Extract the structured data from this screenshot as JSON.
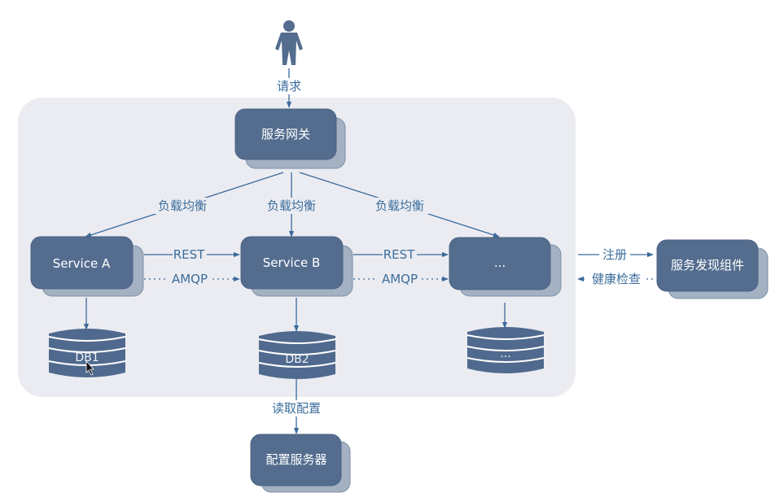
{
  "diagram": {
    "actor": {
      "name": "user",
      "icon": "person-icon"
    },
    "edges": {
      "request": "请求",
      "load_balance_a": "负载均衡",
      "load_balance_b": "负载均衡",
      "load_balance_c": "负载均衡",
      "rest_ab": "REST",
      "amqp_ab": "AMQP",
      "rest_bc": "REST",
      "amqp_bc": "AMQP",
      "register": "注册",
      "health_check": "健康检查",
      "read_config": "读取配置"
    },
    "nodes": {
      "gateway": "服务网关",
      "service_a": "Service A",
      "service_b": "Service B",
      "service_more": "...",
      "discovery": "服务发现组件",
      "config_server": "配置服务器"
    },
    "databases": {
      "db1": "DB1",
      "db2": "DB2",
      "db_more": "..."
    },
    "colors": {
      "node": "#546d8f",
      "node_shadow": "#a3b1c3",
      "panel": "#ebecf2",
      "edge": "#3a6a9a",
      "label": "#3b6e9c"
    }
  }
}
